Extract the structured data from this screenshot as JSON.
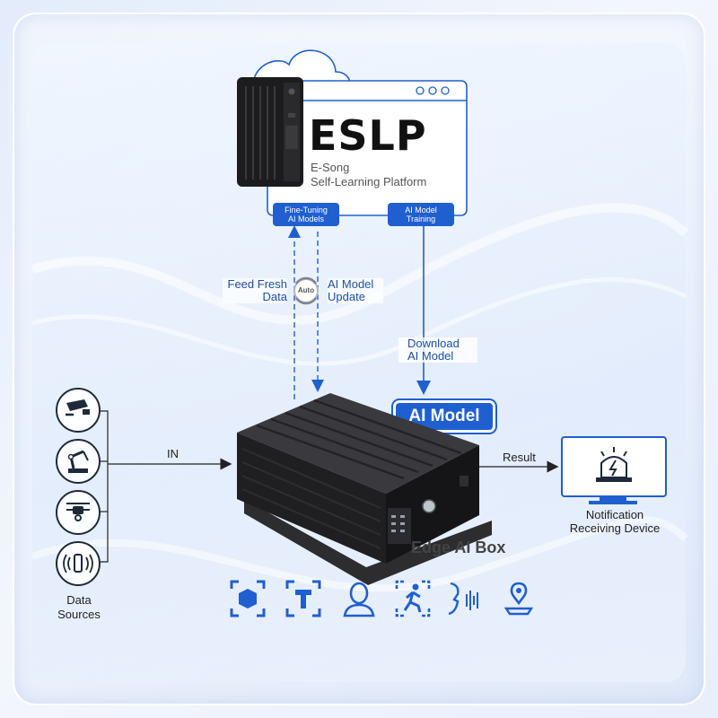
{
  "platform": {
    "title": "ESLP",
    "subtitle_line1": "E-Song",
    "subtitle_line2": "Self-Learning Platform",
    "badge_finetune_line1": "Fine-Tuning",
    "badge_finetune_line2": "AI Models",
    "badge_training_line1": "AI Model",
    "badge_training_line2": "Training"
  },
  "loop": {
    "feed_line1": "Feed Fresh",
    "feed_line2": "Data",
    "auto_label": "Auto",
    "update_line1": "AI Model",
    "update_line2": "Update"
  },
  "download": {
    "line1": "Download",
    "line2": "AI Model"
  },
  "ai_model_label": "AI Model",
  "in_label": "IN",
  "result_label": "Result",
  "edge_box_label": "Edge AI Box",
  "data_sources": {
    "label_line1": "Data",
    "label_line2": "Sources",
    "icons": [
      "cctv-camera-icon",
      "robot-arm-icon",
      "drone-icon",
      "nfc-card-icon"
    ]
  },
  "notification": {
    "line1": "Notification",
    "line2": "Receiving Device"
  },
  "features": [
    "3d-box-detection-icon",
    "text-recognition-icon",
    "face-recognition-icon",
    "motion-detection-icon",
    "voice-recognition-icon",
    "location-icon"
  ],
  "colors": {
    "accent": "#1f5fd0",
    "text": "#1d4fa8",
    "dark": "#1e2a3a"
  }
}
